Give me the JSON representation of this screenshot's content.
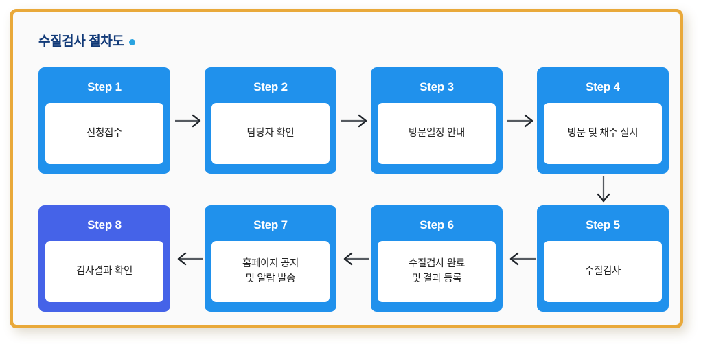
{
  "panel": {
    "border_color": "#e9a93a",
    "background_color": "#fafafa"
  },
  "header": {
    "title": "수질검사 절차도",
    "title_color": "#123a78",
    "dot_color": "#29a3e0"
  },
  "diagram": {
    "type": "flowchart",
    "direction": "serpentine-left-to-right-then-right-to-left",
    "accent_color": "#2091ec",
    "highlight_color": "#4563e8",
    "steps": [
      {
        "label": "Step 1",
        "text": "신청접수",
        "color": "#2091ec"
      },
      {
        "label": "Step 2",
        "text": "담당자 확인",
        "color": "#2091ec"
      },
      {
        "label": "Step 3",
        "text": "방문일정 안내",
        "color": "#2091ec"
      },
      {
        "label": "Step 4",
        "text": "방문 및 채수 실시",
        "color": "#2091ec"
      },
      {
        "label": "Step 5",
        "text": "수질검사",
        "color": "#2091ec"
      },
      {
        "label": "Step 6",
        "text": "수질검사 완료\n및 결과 등록",
        "color": "#2091ec"
      },
      {
        "label": "Step 7",
        "text": "홈페이지 공지\n및 알람 발송",
        "color": "#2091ec"
      },
      {
        "label": "Step 8",
        "text": "검사결과 확인",
        "color": "#4563e8"
      }
    ],
    "connectors": [
      {
        "from": "Step 1",
        "to": "Step 2",
        "direction": "right"
      },
      {
        "from": "Step 2",
        "to": "Step 3",
        "direction": "right"
      },
      {
        "from": "Step 3",
        "to": "Step 4",
        "direction": "right"
      },
      {
        "from": "Step 4",
        "to": "Step 5",
        "direction": "down"
      },
      {
        "from": "Step 5",
        "to": "Step 6",
        "direction": "left"
      },
      {
        "from": "Step 6",
        "to": "Step 7",
        "direction": "left"
      },
      {
        "from": "Step 7",
        "to": "Step 8",
        "direction": "left"
      }
    ]
  }
}
